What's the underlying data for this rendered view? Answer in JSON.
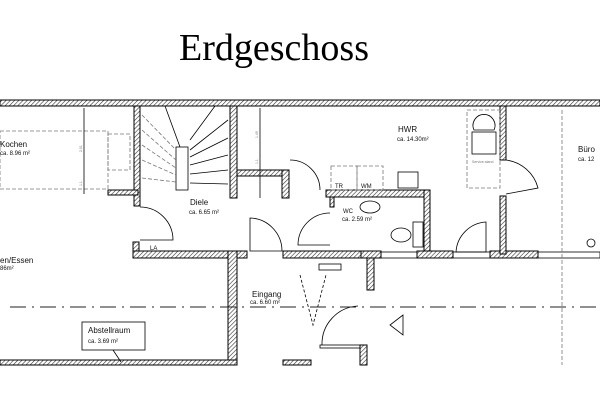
{
  "title": "Erdgeschoss",
  "rooms": {
    "kochen": {
      "name": "Kochen",
      "area": "ca. 8.96  m²"
    },
    "wohnen_essen": {
      "name": "en/Essen",
      "area": "86m²"
    },
    "diele": {
      "name": "Diele",
      "area": "ca. 6.65  m²"
    },
    "eingang": {
      "name": "Eingang",
      "area": "ca. 6.60  m²"
    },
    "abstellraum": {
      "name": "Abstellraum",
      "area": "ca. 3.69  m²"
    },
    "hwr": {
      "name": "HWR",
      "area": "ca. 14.30m²"
    },
    "wc": {
      "name": "WC",
      "area": "ca. 2.59  m²"
    },
    "buero": {
      "name": "Büro",
      "area": "ca. 12"
    }
  },
  "fixtures": {
    "tr": "TR",
    "wm": "WM",
    "la": "LA",
    "service": "Service-stand"
  },
  "dimensions": [
    "2.01",
    "1.49",
    "1.1",
    "1.1"
  ]
}
